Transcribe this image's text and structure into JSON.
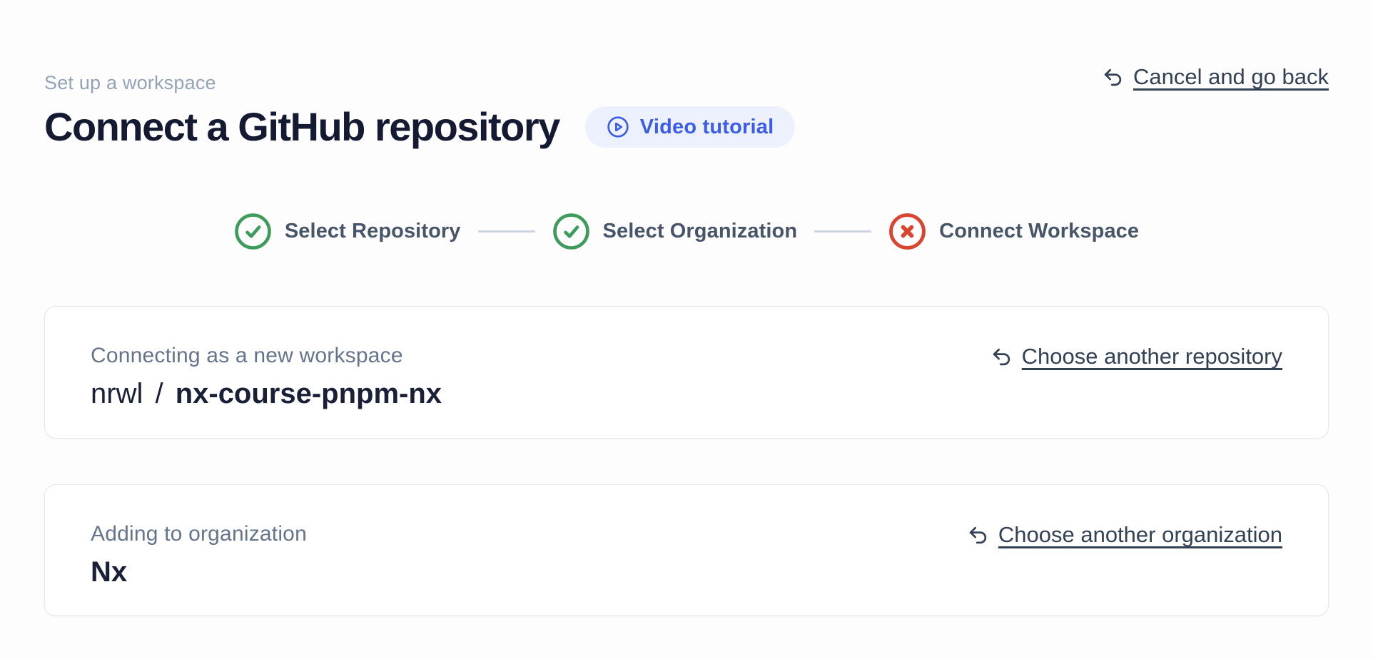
{
  "header": {
    "eyebrow": "Set up a workspace",
    "title": "Connect a GitHub repository",
    "video_button_label": "Video tutorial",
    "cancel_link_label": "Cancel and go back"
  },
  "stepper": {
    "steps": [
      {
        "label": "Select Repository",
        "status": "complete"
      },
      {
        "label": "Select Organization",
        "status": "complete"
      },
      {
        "label": "Connect Workspace",
        "status": "error"
      }
    ]
  },
  "repo_card": {
    "label": "Connecting as a new workspace",
    "owner": "nrwl",
    "separator": "/",
    "repo_name": "nx-course-pnpm-nx",
    "action_label": "Choose another repository"
  },
  "org_card": {
    "label": "Adding to organization",
    "org_name": "Nx",
    "action_label": "Choose another organization"
  },
  "colors": {
    "accent_blue": "#3b5de8",
    "pill_background": "#edf1fe",
    "success_green": "#3d9c5a",
    "error_red": "#d9452f",
    "link_text": "#334155",
    "muted_text": "#94a3b8",
    "heading_text": "#141a32",
    "card_border": "#e2e8f0",
    "connector": "#cbd5e1"
  }
}
